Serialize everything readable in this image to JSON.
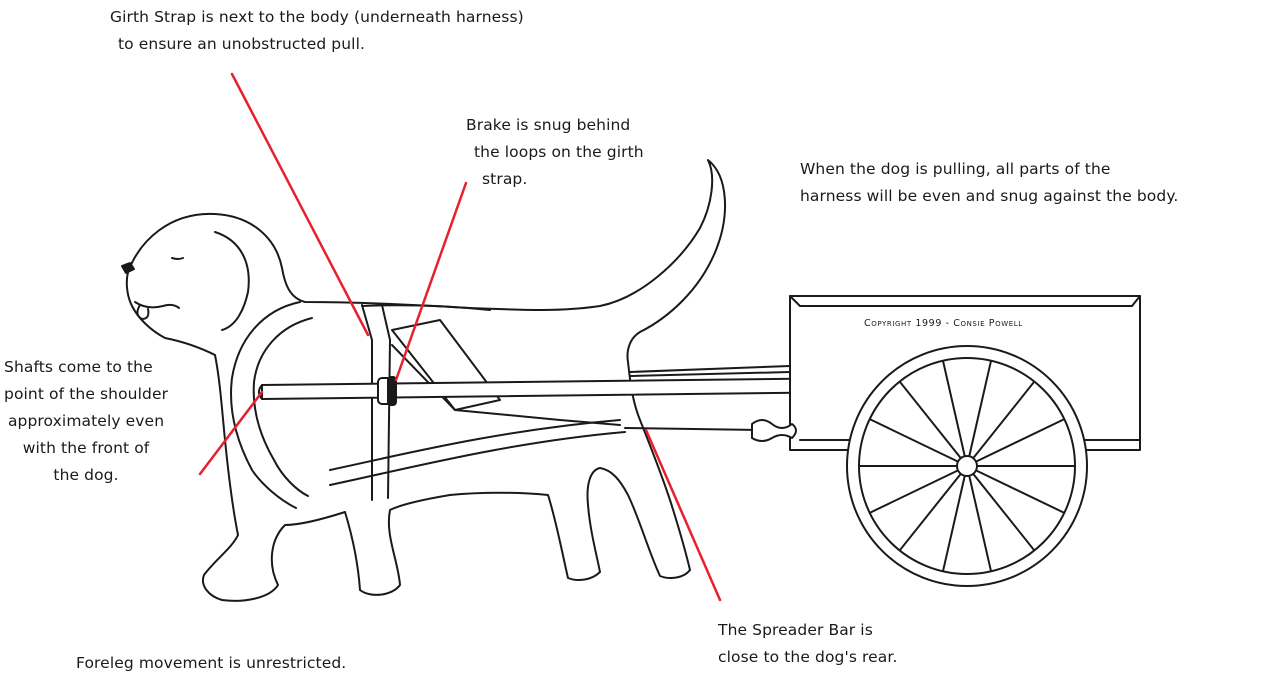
{
  "annotations": {
    "girth": {
      "lines": [
        "Girth Strap is next to the body (underneath harness)",
        "to ensure an unobstructed pull."
      ]
    },
    "brake": {
      "lines": [
        "Brake is snug behind",
        "the loops on the girth",
        "strap."
      ]
    },
    "pulling": {
      "lines": [
        "When the dog is pulling, all parts of the",
        "harness will be even and snug against the body."
      ]
    },
    "shafts": {
      "lines": [
        "Shafts come to the",
        "point of the shoulder",
        "approximately even",
        "with the front of",
        "the dog."
      ]
    },
    "foreleg": {
      "lines": [
        "Foreleg movement is unrestricted."
      ]
    },
    "spreader": {
      "lines": [
        "The Spreader Bar is",
        "close to the dog's rear."
      ]
    }
  },
  "copyright": "Copyright 1999 - Consie Powell",
  "colors": {
    "pointer": "#e8202e",
    "ink": "#1a1a1a",
    "background": "#ffffff"
  }
}
